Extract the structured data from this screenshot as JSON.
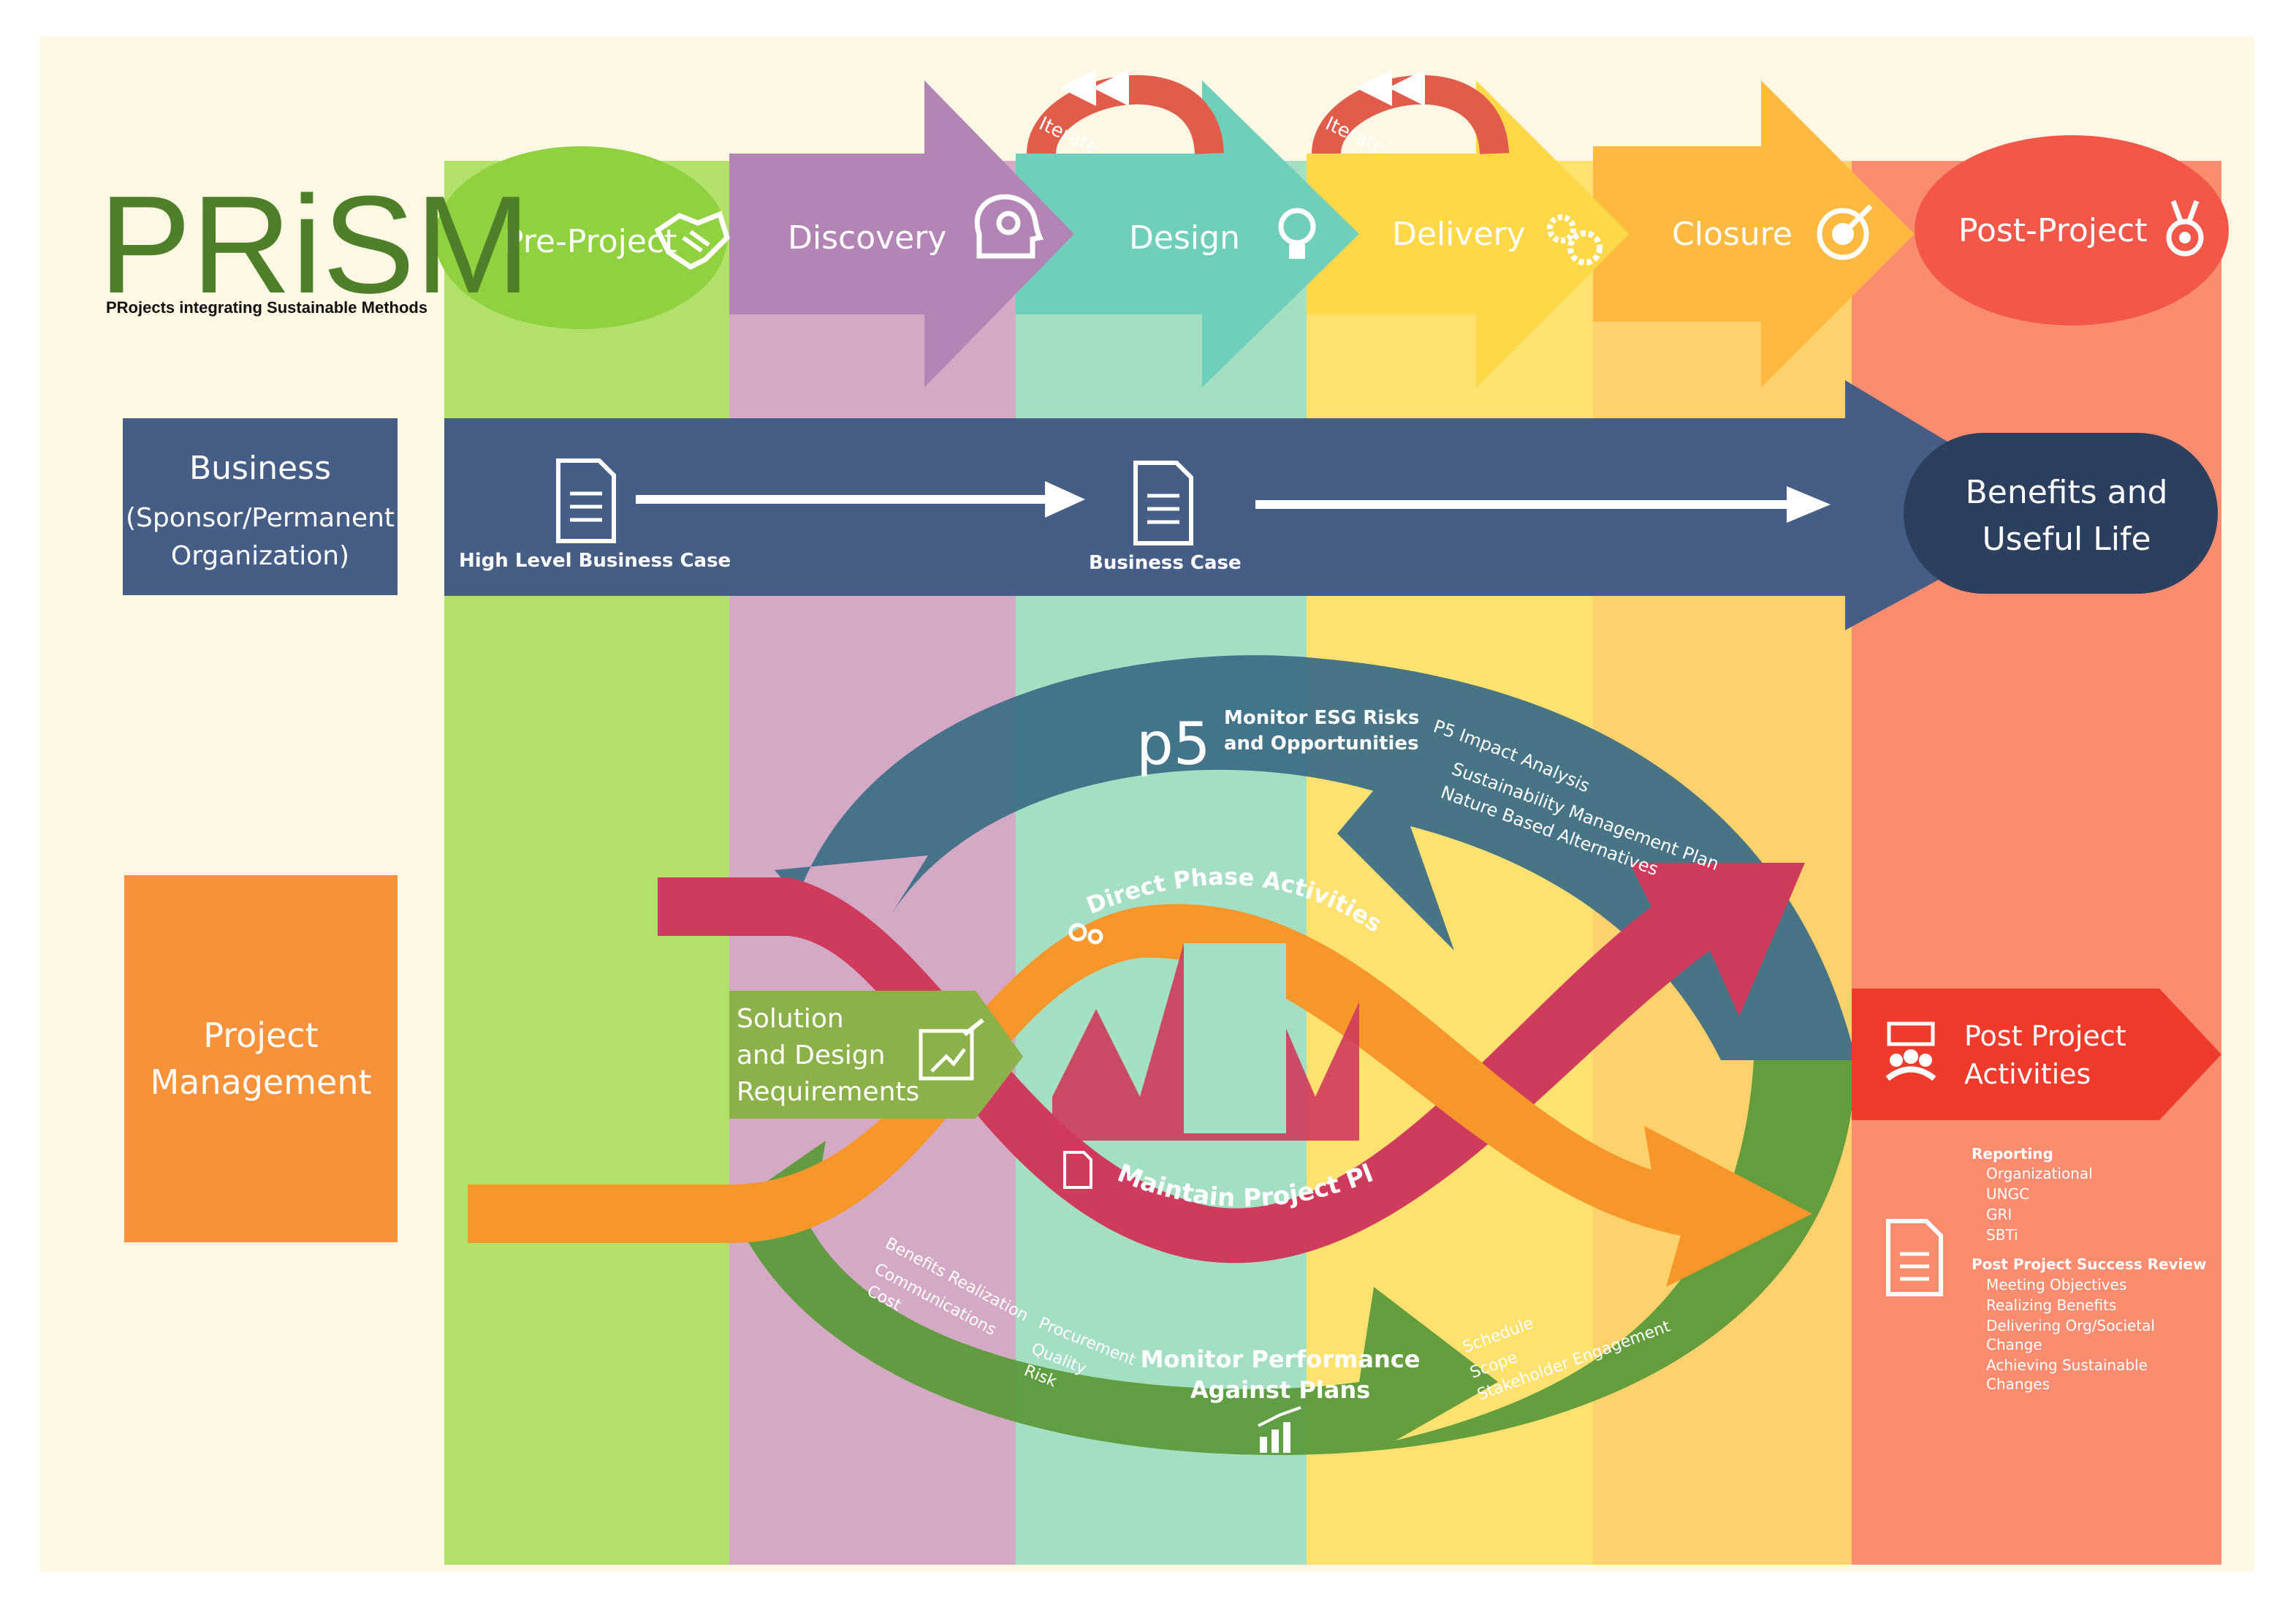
{
  "brand": {
    "logo": "PRiSM",
    "tagline": "PRojects integrating Sustainable Methods"
  },
  "colors": {
    "pre_project": "#8fd13f",
    "discovery": "#b385b5",
    "design": "#6fcfbb",
    "delivery": "#ffd84a",
    "closure": "#fdb940",
    "post_project": "#f2574a",
    "business": "#465d85",
    "project_management": "#f7923a",
    "esg": "#3e6f87",
    "direct": "#f7962a",
    "maintain": "#cf3b5d",
    "monitor": "#5c9a3b"
  },
  "phases": [
    {
      "label": "Pre-Project",
      "icon": "handshake-icon"
    },
    {
      "label": "Discovery",
      "icon": "head-gear-icon"
    },
    {
      "label": "Design",
      "icon": "lightbulb-icon"
    },
    {
      "label": "Delivery",
      "icon": "gears-icon"
    },
    {
      "label": "Closure",
      "icon": "target-icon"
    },
    {
      "label": "Post-Project",
      "icon": "medal-icon"
    }
  ],
  "iterate": [
    "Iterate",
    "Iterate"
  ],
  "rows": {
    "business": [
      "Business",
      "(Sponsor/Permanent",
      "Organization)"
    ],
    "project_management": [
      "Project",
      "Management"
    ]
  },
  "business_flow": {
    "doc1": "High Level Business Case",
    "doc2": "Business Case",
    "end": [
      "Benefits and",
      "Useful Life"
    ]
  },
  "esg": {
    "badge": "p5",
    "title": [
      "Monitor ESG Risks",
      "and Opportunities"
    ],
    "items": [
      "P5 Impact Analysis",
      "Sustainability Management Plan",
      "Nature Based Alternatives"
    ]
  },
  "direct_phase": "Direct Phase Activities",
  "solution": [
    "Solution",
    "and Design",
    "Requirements"
  ],
  "maintain": "Maintain Project Plan",
  "monitor": {
    "title": [
      "Monitor Performance",
      "Against Plans"
    ],
    "left_items": [
      "Benefits Realization",
      "Communications",
      "Cost"
    ],
    "mid_items": [
      "Procurement",
      "Quality",
      "Risk"
    ],
    "right_items": [
      "Schedule",
      "Scope",
      "Stakeholder Engagement"
    ]
  },
  "post_activities": {
    "label": [
      "Post Project",
      "Activities"
    ],
    "reporting_title": "Reporting",
    "reporting": [
      "Organizational",
      "UNGC",
      "GRI",
      "SBTi"
    ],
    "review_title": "Post Project Success Review",
    "review": [
      "Meeting Objectives",
      "Realizing Benefits",
      "Delivering Org/Societal",
      "Change",
      "Achieving Sustainable",
      "Changes"
    ]
  }
}
